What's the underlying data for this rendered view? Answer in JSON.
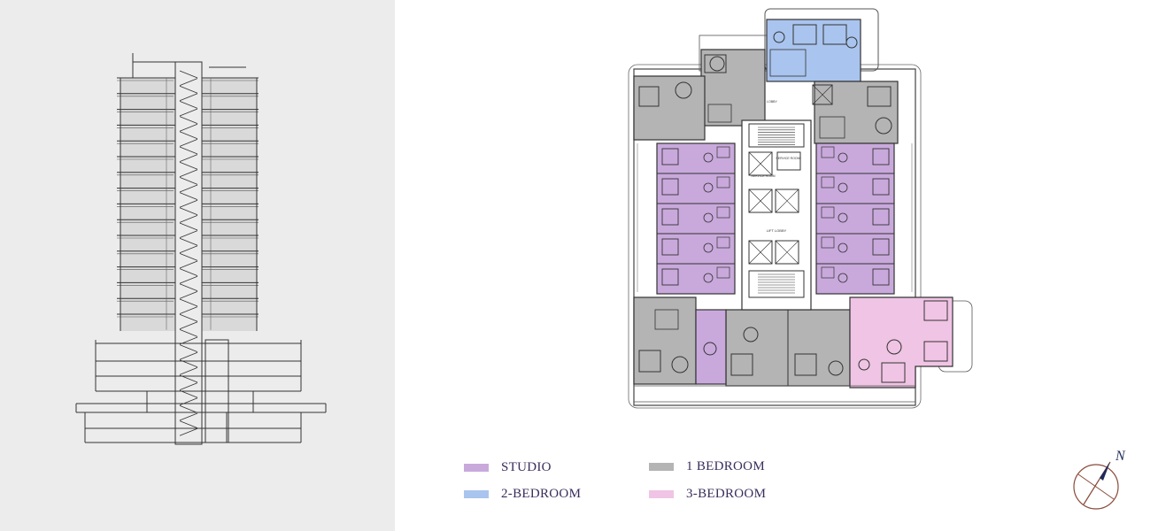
{
  "legend": {
    "items": [
      {
        "label": "STUDIO",
        "color": "#c9a9dc"
      },
      {
        "label": "1 BEDROOM",
        "color": "#b4b4b4"
      },
      {
        "label": "2-BEDROOM",
        "color": "#a9c4ee"
      },
      {
        "label": "3-BEDROOM",
        "color": "#f0c4e4"
      }
    ]
  },
  "compass": {
    "label": "N"
  },
  "plan": {
    "core_labels": {
      "lift_lobby": "LIFT LOBBY",
      "service_room": "SERVICE ROOM",
      "lobby": "LOBBY"
    }
  },
  "colors": {
    "left_panel": "#ececec",
    "section_fill": "#d9d9d9",
    "wall": "#333333",
    "studio": "#c9a9dc",
    "one_bedroom": "#b4b4b4",
    "two_bedroom": "#a9c4ee",
    "three_bedroom": "#f0c4e4",
    "compass": "#8a4a3a"
  },
  "icons": [
    "north-arrow-icon",
    "compass-circle-icon"
  ]
}
